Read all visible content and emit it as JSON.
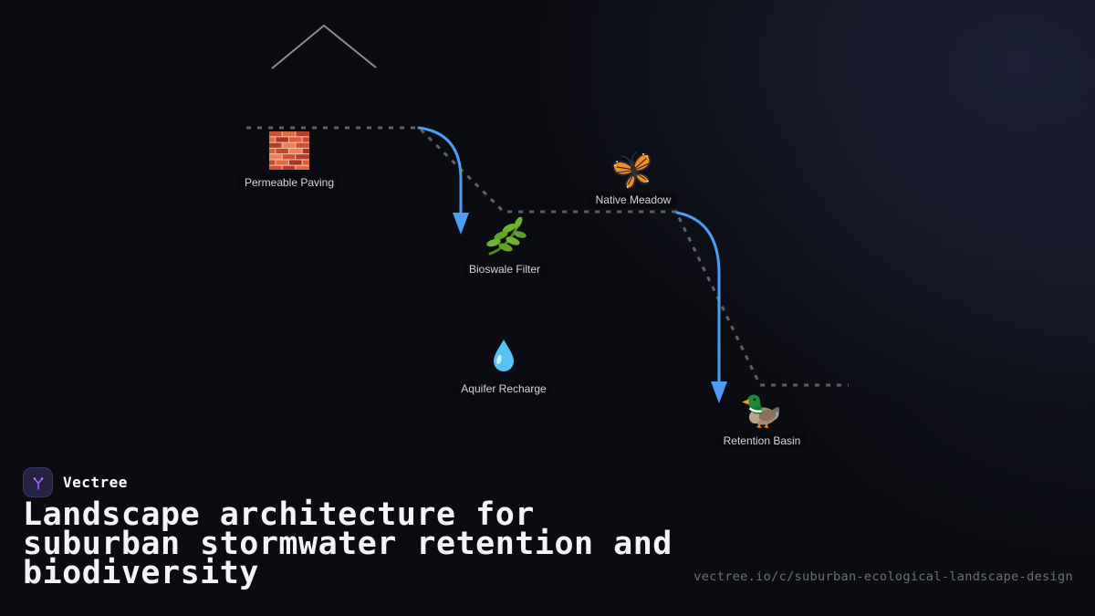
{
  "brand": {
    "name": "Vectree"
  },
  "title": {
    "lines": [
      "Landscape architecture for",
      "suburban stormwater retention and",
      "biodiversity"
    ]
  },
  "footer_url": "vectree.io/c/suburban-ecological-landscape-design",
  "diagram": {
    "nodes": [
      {
        "id": "permeable-paving",
        "label": "Permeable Paving",
        "icon": "brick-wall-icon"
      },
      {
        "id": "native-meadow",
        "label": "Native Meadow",
        "icon": "butterfly-icon"
      },
      {
        "id": "bioswale-filter",
        "label": "Bioswale Filter",
        "icon": "herb-icon"
      },
      {
        "id": "aquifer-recharge",
        "label": "Aquifer Recharge",
        "icon": "droplet-icon"
      },
      {
        "id": "retention-basin",
        "label": "Retention Basin",
        "icon": "duck-icon"
      }
    ],
    "colors": {
      "background": "#0b0c11",
      "background_glow": "#292f52",
      "terrain_dashed_line": "#606167",
      "roof_outline": "#8d8d95",
      "flow_arrow": "#4f9cf5",
      "label_text": "#d3d5d9",
      "title_text": "#f4f4f6",
      "url_text": "#6a6f79",
      "logo_background": "#262244",
      "logo_glyph": "#a55cf5"
    }
  }
}
